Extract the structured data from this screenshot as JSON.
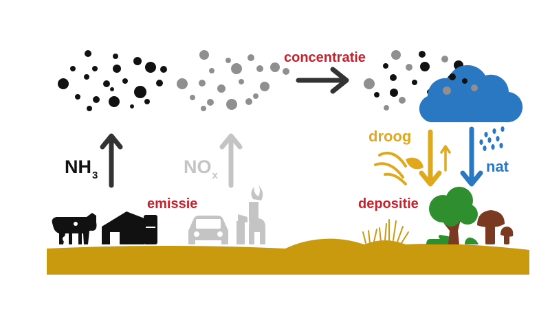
{
  "labels": {
    "concentratie": "concentratie",
    "emissie": "emissie",
    "depositie": "depositie",
    "droog": "droog",
    "nat": "nat",
    "nh3_main": "NH",
    "nh3_sub": "3",
    "nox_main": "NO",
    "nox_sub": "x"
  },
  "colors": {
    "label_red": "#c8202c",
    "nh3_black": "#111111",
    "nox_gray": "#c4c4c4",
    "ground": "#c9990e",
    "dry_yellow": "#e0a91c",
    "wet_blue": "#2b78c2",
    "tree_green": "#2f8f2f",
    "mushroom_brown": "#7a3a22",
    "arrow_dark": "#333333"
  },
  "icons": [
    "cow-icon",
    "barn-icon",
    "car-icon",
    "factory-icon",
    "cloud-rain-icon",
    "tree-icon",
    "mushroom-icon",
    "dry-grass-icon",
    "wind-leaf-icon"
  ]
}
